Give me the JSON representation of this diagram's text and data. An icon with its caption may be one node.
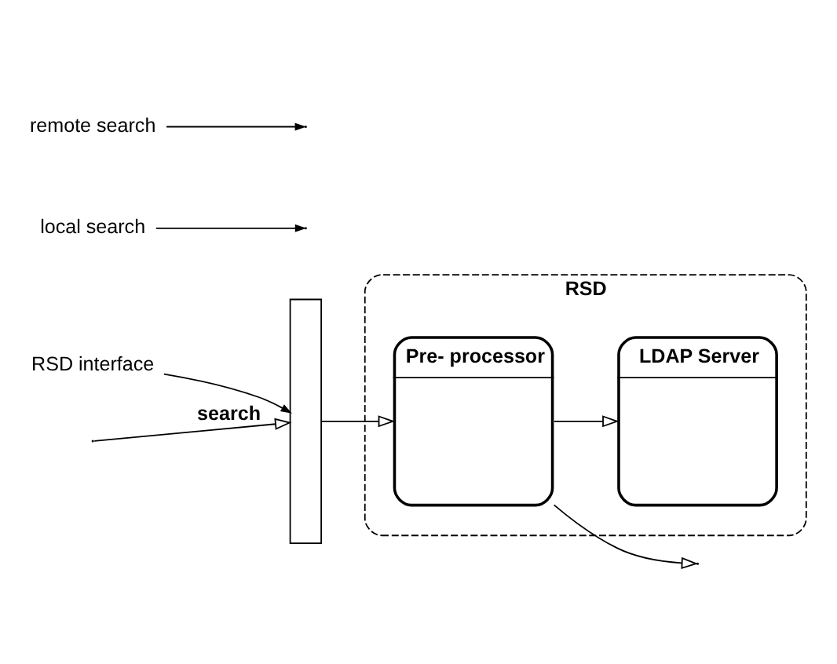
{
  "diagram": {
    "nodes": [
      {
        "text": [
          "RSD"
        ]
      },
      {
        "text": [
          "RSD interface"
        ]
      },
      {
        "text": [],
        "shape": "box"
      },
      {
        "text": [
          "Pre- processor"
        ],
        "in": 0
      },
      {
        "text": [
          "LDAP Server"
        ],
        "in": 0
      },
      {
        "text": [
          "local search"
        ]
      },
      {
        "text": [
          "remote search"
        ]
      }
    ],
    "edges": [
      {
        "from": null,
        "to": 2,
        "arrow": "to",
        "label": "search"
      },
      {
        "from": 2,
        "to": 3,
        "arrow": "to"
      },
      {
        "from": 3,
        "to": 4,
        "arrow": "to"
      },
      {
        "from": 3,
        "to": null,
        "arrow": "to"
      },
      {
        "from": 1,
        "to": 2,
        "arrow": "to"
      },
      {
        "from": 5,
        "to": null,
        "arrow": "to"
      },
      {
        "from": 6,
        "to": null,
        "arrow": "to"
      }
    ]
  }
}
